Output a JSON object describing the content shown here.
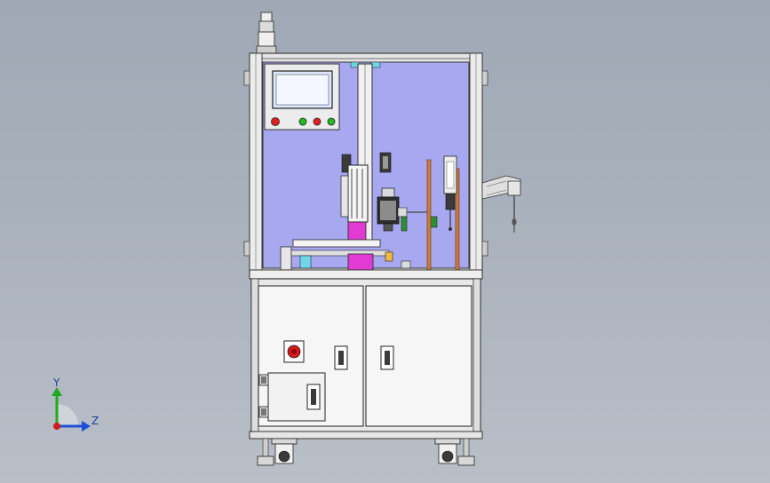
{
  "model": {
    "view": "front",
    "colors": {
      "background_top": "#9fa8b4",
      "background_bottom": "#b9bfc7",
      "frame": "#e8e8e8",
      "frame_edge": "#4a4a4a",
      "enclosure": "#a8a8f0",
      "cabinet": "#f2f2f2",
      "accent_magenta": "#e23bd3",
      "screen": "#dde8ff",
      "button_red": "#e02020",
      "button_green": "#22bb22",
      "rod_orange": "#d07a3a",
      "nozzle_green": "#2f8f2f"
    },
    "components": {
      "signal_tower": "signal-tower-icon",
      "hmi_screen": "hmi-screen",
      "control_buttons": [
        "red-button",
        "green-button",
        "red-button",
        "green-button"
      ],
      "emergency_stop": "emergency-stop-icon",
      "door_handles": [
        "door-handle-icon",
        "door-handle-icon",
        "door-handle-icon"
      ],
      "hinges": [
        "hinge-icon",
        "hinge-icon"
      ],
      "casters": [
        "caster-icon",
        "caster-icon"
      ]
    }
  },
  "triad": {
    "y_label": "Y",
    "z_label": "Z",
    "colors": {
      "y": "#21a821",
      "z": "#1f4fd8",
      "x": "#d01c1c"
    }
  }
}
